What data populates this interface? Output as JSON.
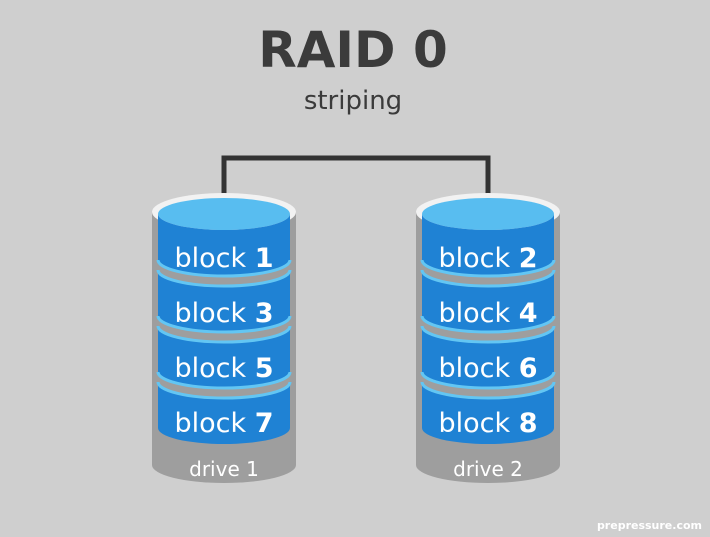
{
  "title": "RAID 0",
  "subtitle": "striping",
  "drives": [
    {
      "label": "drive 1",
      "blocks": [
        {
          "word": "block",
          "number": "1"
        },
        {
          "word": "block",
          "number": "3"
        },
        {
          "word": "block",
          "number": "5"
        },
        {
          "word": "block",
          "number": "7"
        }
      ]
    },
    {
      "label": "drive 2",
      "blocks": [
        {
          "word": "block",
          "number": "2"
        },
        {
          "word": "block",
          "number": "4"
        },
        {
          "word": "block",
          "number": "6"
        },
        {
          "word": "block",
          "number": "8"
        }
      ]
    }
  ],
  "watermark": "prepressure.com",
  "colors": {
    "background": "#cfcfcf",
    "text": "#3b3b3b",
    "drive_body": "#9e9e9e",
    "drive_rim": "#f2f2f2",
    "platter_top": "#58bdf0",
    "block_band": "#1f82d4",
    "block_separator": "#63c6f3",
    "connector": "#333333"
  }
}
